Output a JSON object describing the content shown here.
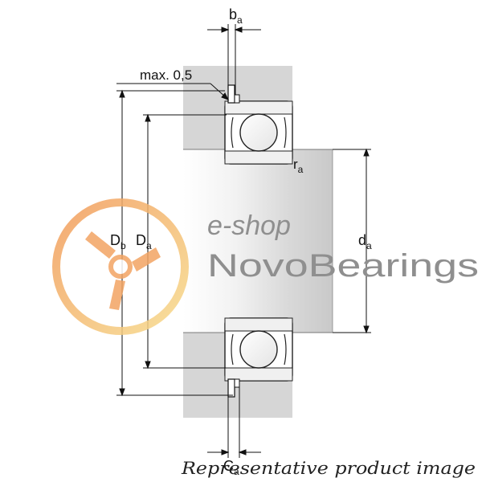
{
  "dimensions": {
    "ba": {
      "main": "b",
      "sub": "a"
    },
    "max": "max. 0,5",
    "ra": {
      "main": "r",
      "sub": "a"
    },
    "Db": {
      "main": "D",
      "sub": "b"
    },
    "Da": {
      "main": "D",
      "sub": "a"
    },
    "da": {
      "main": "d",
      "sub": "a"
    },
    "Ca": {
      "main": "C",
      "sub": "a"
    }
  },
  "watermark": {
    "line1": "e-shop",
    "line2": "NovoBearings"
  },
  "caption": "Representative product image",
  "colors": {
    "housing": "#d6d6d6",
    "shaft_light": "#ececec",
    "line": "#111111",
    "logo_orange": "#f3a463",
    "logo_yellow": "#f6d98a",
    "watermark_text": "#8f8f8f"
  }
}
